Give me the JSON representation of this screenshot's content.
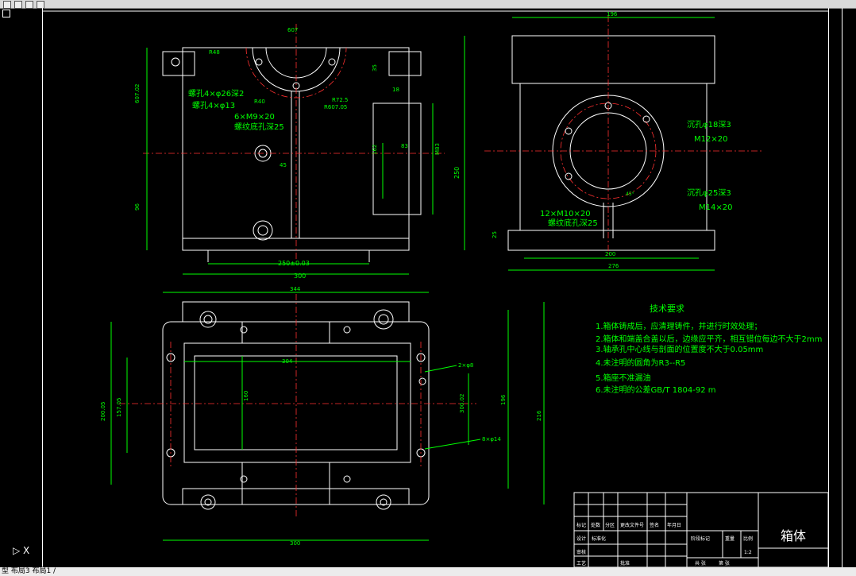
{
  "drawing": {
    "technical_requirements": {
      "title": "技术要求",
      "items": [
        "1.箱体铸成后，应清理铸件，并进行时效处理；",
        "2.箱体和端盖合盖以后，边缘应平齐，相互错位每边不大于2mm",
        "3.轴承孔中心线与剖面的位置度不大于0.05mm",
        "4.未注明的圆角为R3--R5",
        "5.箱座不准漏油",
        "6.未注明的公差GB/T 1804-92 m"
      ]
    },
    "front_view": {
      "notes": [
        "螺孔4×φ26深2",
        "螺孔4×φ13",
        "6×M9×20",
        "螺纹底孔深25"
      ],
      "dims": [
        "R48",
        "607",
        "35",
        "R40",
        "R72.5",
        "R607.05",
        "18",
        "162",
        "83",
        "M83",
        "45",
        "96",
        "607.02",
        "250±0.03",
        "300"
      ]
    },
    "side_view": {
      "notes": [
        "沉孔φ18深3",
        "M12×20",
        "沉孔φ25深3",
        "M14×20",
        "12×M10×20",
        "螺纹底孔深25"
      ],
      "dims": [
        "196",
        "250",
        "25",
        "200",
        "276",
        "45°"
      ]
    },
    "top_view": {
      "notes": [
        "2×φ8",
        "8×φ14"
      ],
      "dims": [
        "344",
        "304",
        "160",
        "200.05",
        "157.05",
        "196",
        "216",
        "300",
        "300.02"
      ]
    },
    "title_block": {
      "part_name": "箱体",
      "headers": [
        "标记",
        "处数",
        "分区",
        "更改文件号",
        "签名",
        "年月日"
      ],
      "labels": [
        "设计",
        "标准化",
        "审核",
        "工艺",
        "阶段标记",
        "重量",
        "比例",
        "批准",
        "共 张",
        "第 张"
      ],
      "scale_value": "1:2"
    },
    "status": {
      "tabs_text": "型 布局3 布局1 /"
    }
  }
}
